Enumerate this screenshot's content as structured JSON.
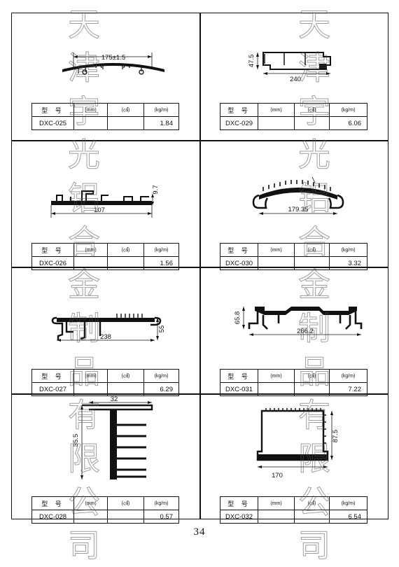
{
  "table_headers": {
    "model": "型 号",
    "weight_per_meter": "(mm)",
    "area": "(㎠)",
    "weight": "(kg/m)"
  },
  "profiles": [
    {
      "model": "DXC-025",
      "weight": "1.84",
      "dims": [
        "175±1.5"
      ]
    },
    {
      "model": "DXC-029",
      "weight": "6.06",
      "dims": [
        "47.5",
        "240"
      ]
    },
    {
      "model": "DXC-026",
      "weight": "1.56",
      "dims": [
        "9.7",
        "107"
      ]
    },
    {
      "model": "DXC-030",
      "weight": "3.32",
      "dims": [
        "179.35"
      ]
    },
    {
      "model": "DXC-027",
      "weight": "6.29",
      "dims": [
        "55",
        "238"
      ]
    },
    {
      "model": "DXC-031",
      "weight": "7.22",
      "dims": [
        "65.8",
        "266.2"
      ]
    },
    {
      "model": "DXC-028",
      "weight": "0.57",
      "dims": [
        "32",
        "35.5"
      ]
    },
    {
      "model": "DXC-032",
      "weight": "6.54",
      "dims": [
        "87.5",
        "170"
      ]
    }
  ],
  "watermark_text": "天津宇光铝合金制品有限公司",
  "page_number": "34"
}
